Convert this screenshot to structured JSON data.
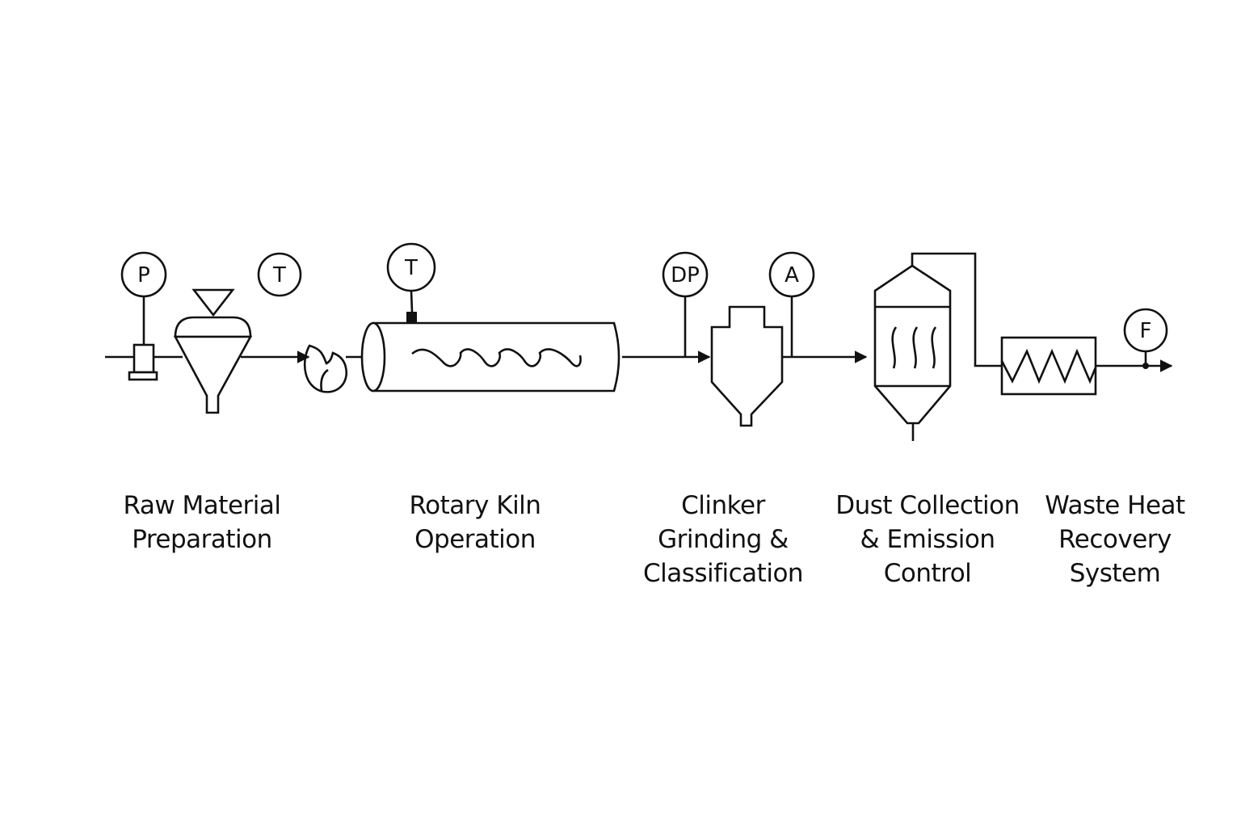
{
  "diagram": {
    "title": "Cement plant process flow",
    "colors": {
      "line": "#111111",
      "background": "#ffffff"
    },
    "instruments": [
      {
        "id": "pressure",
        "tag": "P"
      },
      {
        "id": "temperature-1",
        "tag": "T"
      },
      {
        "id": "temperature-2",
        "tag": "T"
      },
      {
        "id": "differential-pressure",
        "tag": "DP"
      },
      {
        "id": "analyzer",
        "tag": "A"
      },
      {
        "id": "flow",
        "tag": "F"
      }
    ],
    "equipment": [
      {
        "id": "feed-valve",
        "type": "valve"
      },
      {
        "id": "raw-mill-hopper",
        "type": "hopper"
      },
      {
        "id": "burner",
        "type": "flame"
      },
      {
        "id": "rotary-kiln",
        "type": "rotary-kiln"
      },
      {
        "id": "cyclone-classifier",
        "type": "classifier"
      },
      {
        "id": "dust-collector",
        "type": "baghouse"
      },
      {
        "id": "heat-exchanger",
        "type": "heat-exchanger"
      }
    ],
    "stages": [
      {
        "lines": [
          "Raw Material",
          "Preparation"
        ]
      },
      {
        "lines": [
          "Rotary Kiln",
          "Operation"
        ]
      },
      {
        "lines": [
          "Clinker",
          "Grinding &",
          "Classification"
        ]
      },
      {
        "lines": [
          "Dust Collection",
          "& Emission",
          "Control"
        ]
      },
      {
        "lines": [
          "Waste Heat",
          "Recovery",
          "System"
        ]
      }
    ]
  }
}
